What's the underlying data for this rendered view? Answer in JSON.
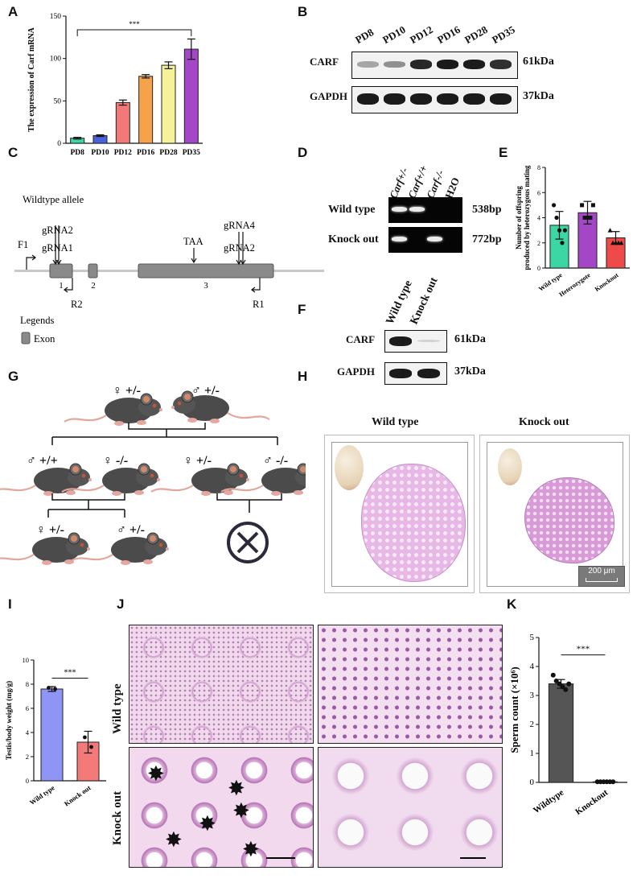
{
  "panel_labels": {
    "A": "A",
    "B": "B",
    "C": "C",
    "D": "D",
    "E": "E",
    "F": "F",
    "G": "G",
    "H": "H",
    "I": "I",
    "J": "J",
    "K": "K"
  },
  "chart_data": [
    {
      "id": "A",
      "type": "bar",
      "ylabel": "The expression of Carf mRNA",
      "categories": [
        "PD8",
        "PD10",
        "PD12",
        "PD16",
        "PD28",
        "PD35"
      ],
      "values": [
        6,
        9,
        48,
        79,
        92,
        111
      ],
      "errors": [
        1,
        1,
        3,
        2,
        4,
        12
      ],
      "colors": [
        "#3cd6a4",
        "#4a62e0",
        "#f37878",
        "#f6a24a",
        "#f6f29a",
        "#a447c6"
      ],
      "ylim": [
        0,
        150
      ],
      "yticks": [
        0,
        50,
        100,
        150
      ],
      "significance": "***"
    },
    {
      "id": "E",
      "type": "bar",
      "ylabel_lines": [
        "Number of offspring",
        "produced by heterozygous mating"
      ],
      "categories": [
        "Wild type",
        "Heterozygote",
        "Knockout"
      ],
      "values": [
        3.4,
        4.4,
        2.4
      ],
      "errors": [
        1.1,
        0.9,
        0.5
      ],
      "colors": [
        "#3cd6a4",
        "#a447c6",
        "#ef4a4a"
      ],
      "points": [
        [
          5,
          4,
          3,
          2,
          3
        ],
        [
          5,
          4,
          4,
          4,
          5
        ],
        [
          3,
          2,
          2,
          2,
          2
        ]
      ],
      "ylim": [
        0,
        8
      ],
      "yticks": [
        0,
        2,
        4,
        6,
        8
      ]
    },
    {
      "id": "I",
      "type": "bar",
      "ylabel": "Testis/body weight (mg/g)",
      "categories": [
        "Wild type",
        "Knock out"
      ],
      "values": [
        7.6,
        3.2
      ],
      "errors": [
        0.2,
        0.9
      ],
      "colors": [
        "#8e95f5",
        "#f37a78"
      ],
      "points": [
        [
          7.7,
          7.6
        ],
        [
          3.6,
          2.8
        ]
      ],
      "ylim": [
        0,
        10
      ],
      "yticks": [
        0,
        2,
        4,
        6,
        8,
        10
      ],
      "significance": "***"
    },
    {
      "id": "K",
      "type": "bar",
      "ylabel": "Sperm count (×10⁶)",
      "categories": [
        "Wildtype",
        "Knockout"
      ],
      "values": [
        3.4,
        0.02
      ],
      "errors": [
        0.15,
        0.01
      ],
      "colors": [
        "#555555",
        "#ffffff"
      ],
      "points": [
        [
          3.7,
          3.5,
          3.4,
          3.3,
          3.2,
          3.4
        ],
        [
          0.02,
          0.02,
          0.02,
          0.02,
          0.02,
          0.02
        ]
      ],
      "ylim": [
        0,
        5
      ],
      "yticks": [
        0,
        1,
        2,
        3,
        4,
        5
      ],
      "significance": "***"
    }
  ],
  "panelB": {
    "lanes": [
      "PD8",
      "PD10",
      "PD12",
      "PD16",
      "PD28",
      "PD35"
    ],
    "rows": [
      "CARF",
      "GAPDH"
    ],
    "sizes": [
      "61kDa",
      "37kDa"
    ]
  },
  "panelC": {
    "title": "Wildtype allele",
    "gRNA2_left": "gRNA2",
    "gRNA1": "gRNA1",
    "F1": "F1",
    "TAA": "TAA",
    "gRNA4": "gRNA4",
    "gRNA2_right": "gRNA2",
    "exons": [
      "1",
      "2",
      "3"
    ],
    "R2": "R2",
    "R1": "R1",
    "legend_title": "Legends",
    "legend_exon": "Exon"
  },
  "panelD": {
    "lanes": [
      "Carf+/-",
      "Carf+/+",
      "Carf-/-",
      "H2O"
    ],
    "rows": [
      "Wild type",
      "Knock out"
    ],
    "sizes": [
      "538bp",
      "772bp"
    ]
  },
  "panelF": {
    "lanes": [
      "Wild type",
      "Knock out"
    ],
    "rows": [
      "CARF",
      "GAPDH"
    ],
    "sizes": [
      "61kDa",
      "37kDa"
    ]
  },
  "panelG": {
    "p_female": "♀ +/-",
    "p_male": "♂ +/-",
    "c1_male": "♂ +/+",
    "c1_female": "♀ -/-",
    "c2_female": "♀ +/-",
    "c2_male": "♂ -/-",
    "g1_female": "♀ +/-",
    "g1_male": "♂ +/-"
  },
  "panelH": {
    "left_title": "Wild type",
    "right_title": "Knock out",
    "scale": "200 μm"
  },
  "panelJ": {
    "row1": "Wild type",
    "row2": "Knock out"
  }
}
